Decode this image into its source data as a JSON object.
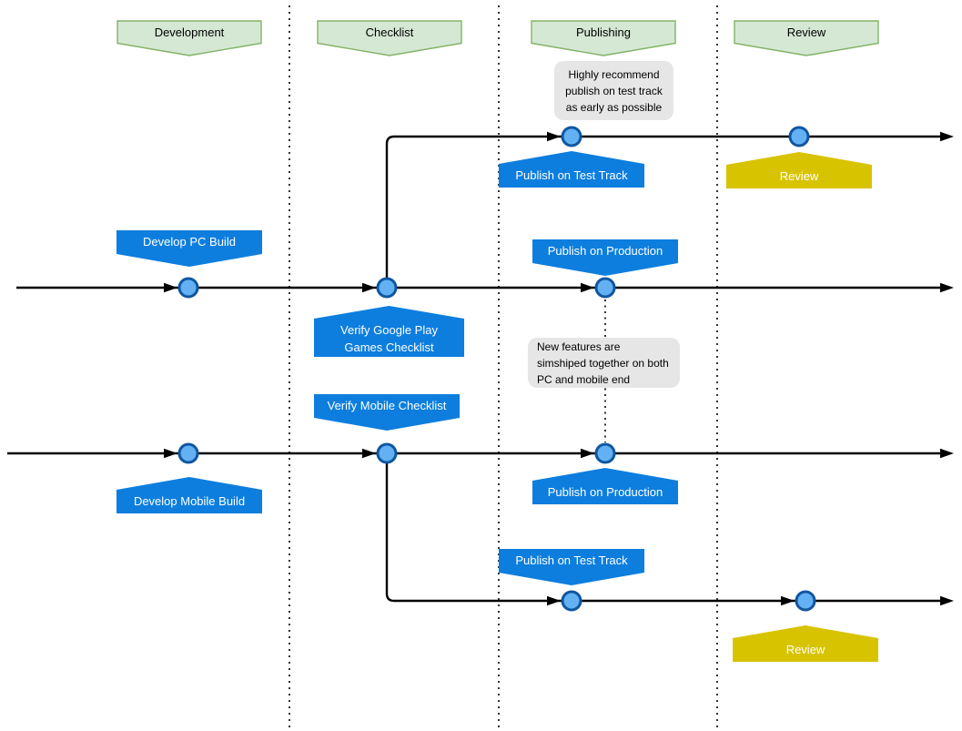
{
  "headers": [
    {
      "label": "Development"
    },
    {
      "label": "Checklist"
    },
    {
      "label": "Publishing"
    },
    {
      "label": "Review"
    }
  ],
  "banners": [
    {
      "label": "Develop PC Build"
    },
    {
      "label": "Verify Google Play Games Checklist"
    },
    {
      "label": "Verify Mobile Checklist"
    },
    {
      "label": "Publish on Test Track"
    },
    {
      "label": "Publish on Production"
    },
    {
      "label": "Publish on Production"
    },
    {
      "label": "Publish on Test Track"
    },
    {
      "label": "Develop Mobile Build"
    },
    {
      "label": "Review"
    },
    {
      "label": "Review"
    }
  ],
  "notes": [
    {
      "text": "Highly recommend publish on test track as early as possible"
    },
    {
      "text": "New features are simshiped together on both PC and mobile end"
    }
  ],
  "colors": {
    "banner_blue": "#0D7EDE",
    "banner_yellow": "#D8C301",
    "header_fill": "#D5E8D4",
    "header_stroke": "#82B366",
    "milestone_fill": "#63B1F2",
    "milestone_stroke": "#0F56A0",
    "note_fill": "#E6E6E6",
    "line_color": "#000000"
  }
}
